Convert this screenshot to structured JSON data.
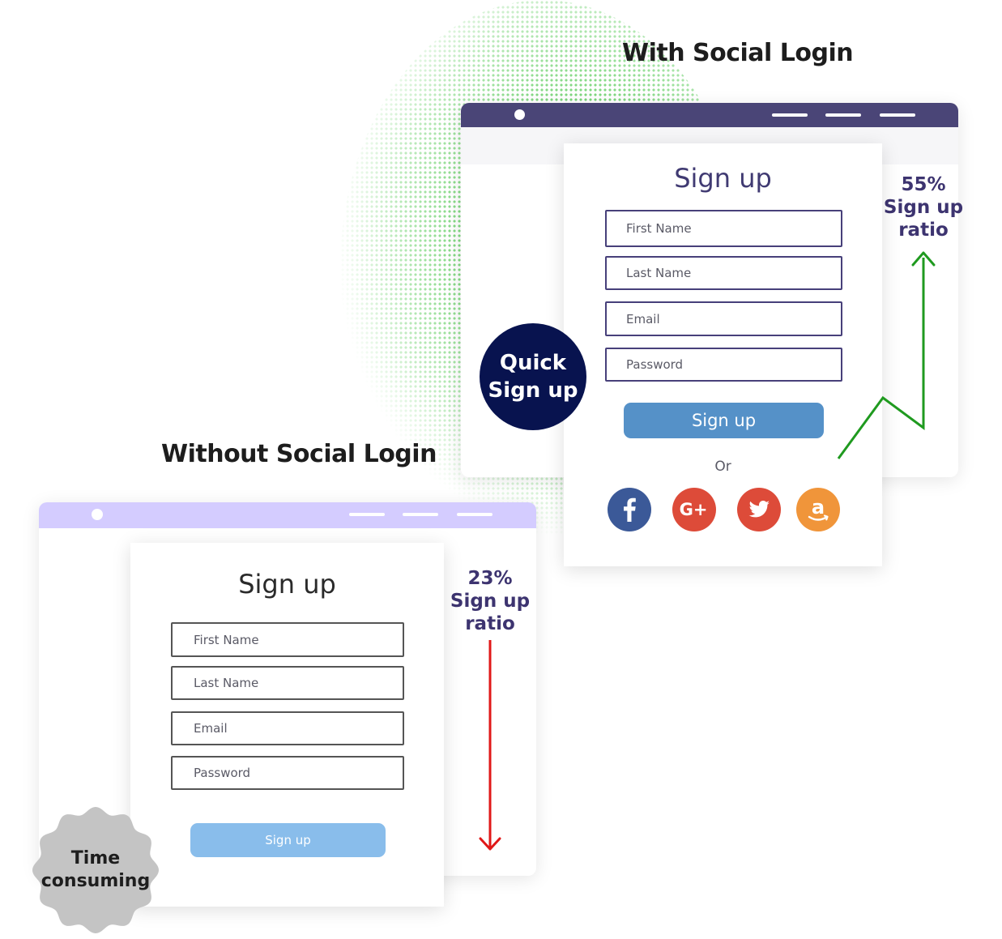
{
  "colors": {
    "accent_dark": "#47407a",
    "badge_quick": "#08134f",
    "badge_time": "#c4c4c4",
    "trend_up": "#1f9a1f",
    "trend_down": "#e01818",
    "dots": "#3cc23c"
  },
  "with_social": {
    "title": "With Social Login",
    "browser_bar_color": "#4a4577",
    "card": {
      "title": "Sign up",
      "fields": [
        {
          "placeholder": "First Name"
        },
        {
          "placeholder": "Last Name"
        },
        {
          "placeholder": "Email"
        },
        {
          "placeholder": "Password"
        }
      ],
      "button_label": "Sign up",
      "button_color": "#5591c8",
      "or_label": "Or",
      "social": [
        {
          "icon": "facebook-icon",
          "color": "#3b5998"
        },
        {
          "icon": "google-plus-icon",
          "color": "#dd4b39"
        },
        {
          "icon": "twitter-icon",
          "color": "#dd4b39"
        },
        {
          "icon": "amazon-icon",
          "color": "#f0953a"
        }
      ]
    },
    "ratio": {
      "percent": "55%",
      "line1": "Sign up",
      "line2": "ratio"
    },
    "badge": {
      "line1": "Quick",
      "line2": "Sign up"
    }
  },
  "without_social": {
    "title": "Without Social Login",
    "browser_bar_color": "#d4ccff",
    "card": {
      "title": "Sign up",
      "fields": [
        {
          "placeholder": "First Name"
        },
        {
          "placeholder": "Last Name"
        },
        {
          "placeholder": "Email"
        },
        {
          "placeholder": "Password"
        }
      ],
      "button_label": "Sign up",
      "button_color": "#89bdeb"
    },
    "ratio": {
      "percent": "23%",
      "line1": "Sign up",
      "line2": "ratio"
    },
    "badge": {
      "line1": "Time",
      "line2": "consuming"
    }
  }
}
